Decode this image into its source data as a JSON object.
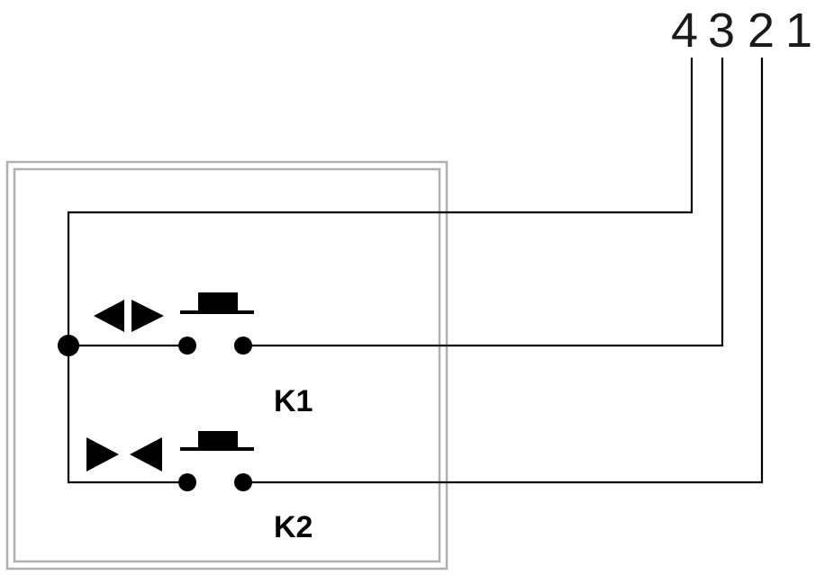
{
  "terminals": [
    "4",
    "3",
    "2",
    "1"
  ],
  "switches": [
    {
      "label": "K1",
      "symbol": "outward-arrows-icon"
    },
    {
      "label": "K2",
      "symbol": "inward-arrows-icon"
    }
  ],
  "colors": {
    "line": "#000000",
    "frame": "#b0b0b0",
    "text": "#1a1a1a"
  }
}
